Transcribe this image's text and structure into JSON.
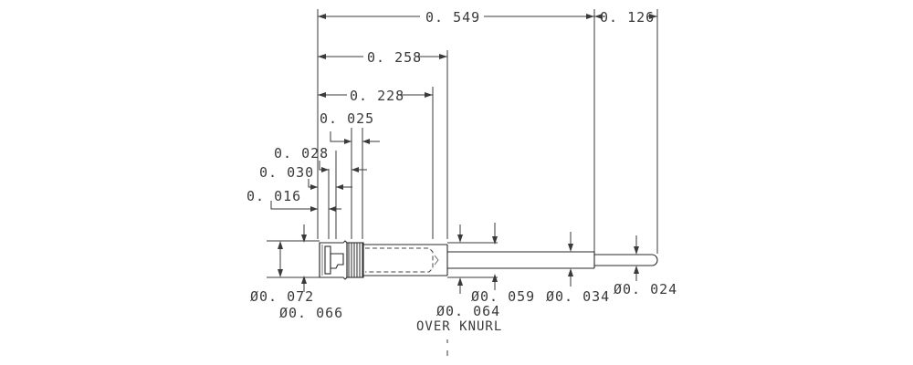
{
  "dimensions": {
    "overall_length": "0. 549",
    "tip_length": "0. 126",
    "length_258": "0. 258",
    "length_228": "0. 228",
    "length_025": "0. 025",
    "length_028": "0. 028",
    "length_030": "0. 030",
    "length_016": "0. 016",
    "dia_072": "Ø0. 072",
    "dia_066": "Ø0. 066",
    "dia_064": "Ø0. 064",
    "dia_064_note": "OVER KNURL",
    "dia_059": "Ø0. 059",
    "dia_034": "Ø0. 034",
    "dia_024": "Ø0. 024"
  },
  "colors": {
    "line": "#3a3a3a",
    "background": "#ffffff"
  }
}
